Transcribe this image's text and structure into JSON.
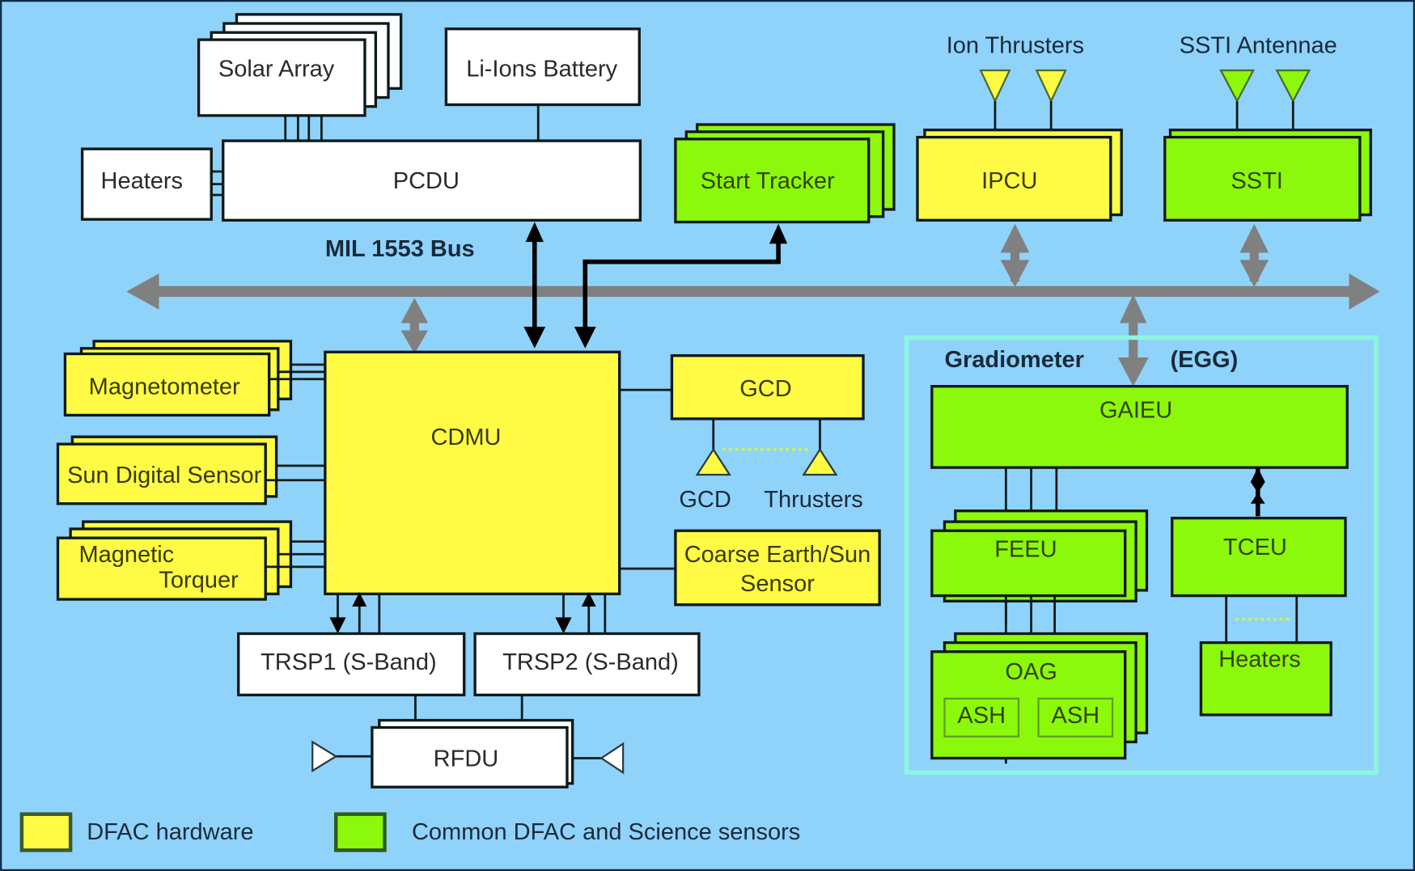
{
  "diagram": {
    "bus_label": "MIL 1553 Bus",
    "units": {
      "solar_array": "Solar Array",
      "battery": "Li-Ions Battery",
      "heaters_pcdu": "Heaters",
      "pcdu": "PCDU",
      "star_tracker": "Start Tracker",
      "ipcu": "IPCU",
      "ssti": "SSTI",
      "magnetometer": "Magnetometer",
      "sun_sensor": "Sun Digital Sensor",
      "torquer_line1": "Magnetic",
      "torquer_line2": "Torquer",
      "cdmu": "CDMU",
      "gcd": "GCD",
      "cess_line1": "Coarse Earth/Sun",
      "cess_line2": "Sensor",
      "trsp1": "TRSP1 (S-Band)",
      "trsp2": "TRSP2 (S-Band)",
      "rfdu": "RFDU",
      "gaieu": "GAIEU",
      "feeu": "FEEU",
      "tceu": "TCEU",
      "oag": "OAG",
      "ash1": "ASH",
      "ash2": "ASH",
      "heaters_egg": "Heaters"
    },
    "labels": {
      "ion_thrusters": "Ion  Thrusters",
      "ssti_antennae": "SSTI Antennae",
      "gcd_label": "GCD",
      "thrusters_label": "Thrusters",
      "gradiometer": "Gradiometer",
      "egg": "(EGG)"
    },
    "legend": [
      {
        "label": "DFAC hardware",
        "color": "#fffb44"
      },
      {
        "label": "Common DFAC and Science sensors",
        "color": "#8cf80c"
      }
    ],
    "colors": {
      "background": "#8fd3fb",
      "dfac_yellow": "#fffb44",
      "science_green": "#8cf80c",
      "bus_gray": "#808080"
    }
  }
}
